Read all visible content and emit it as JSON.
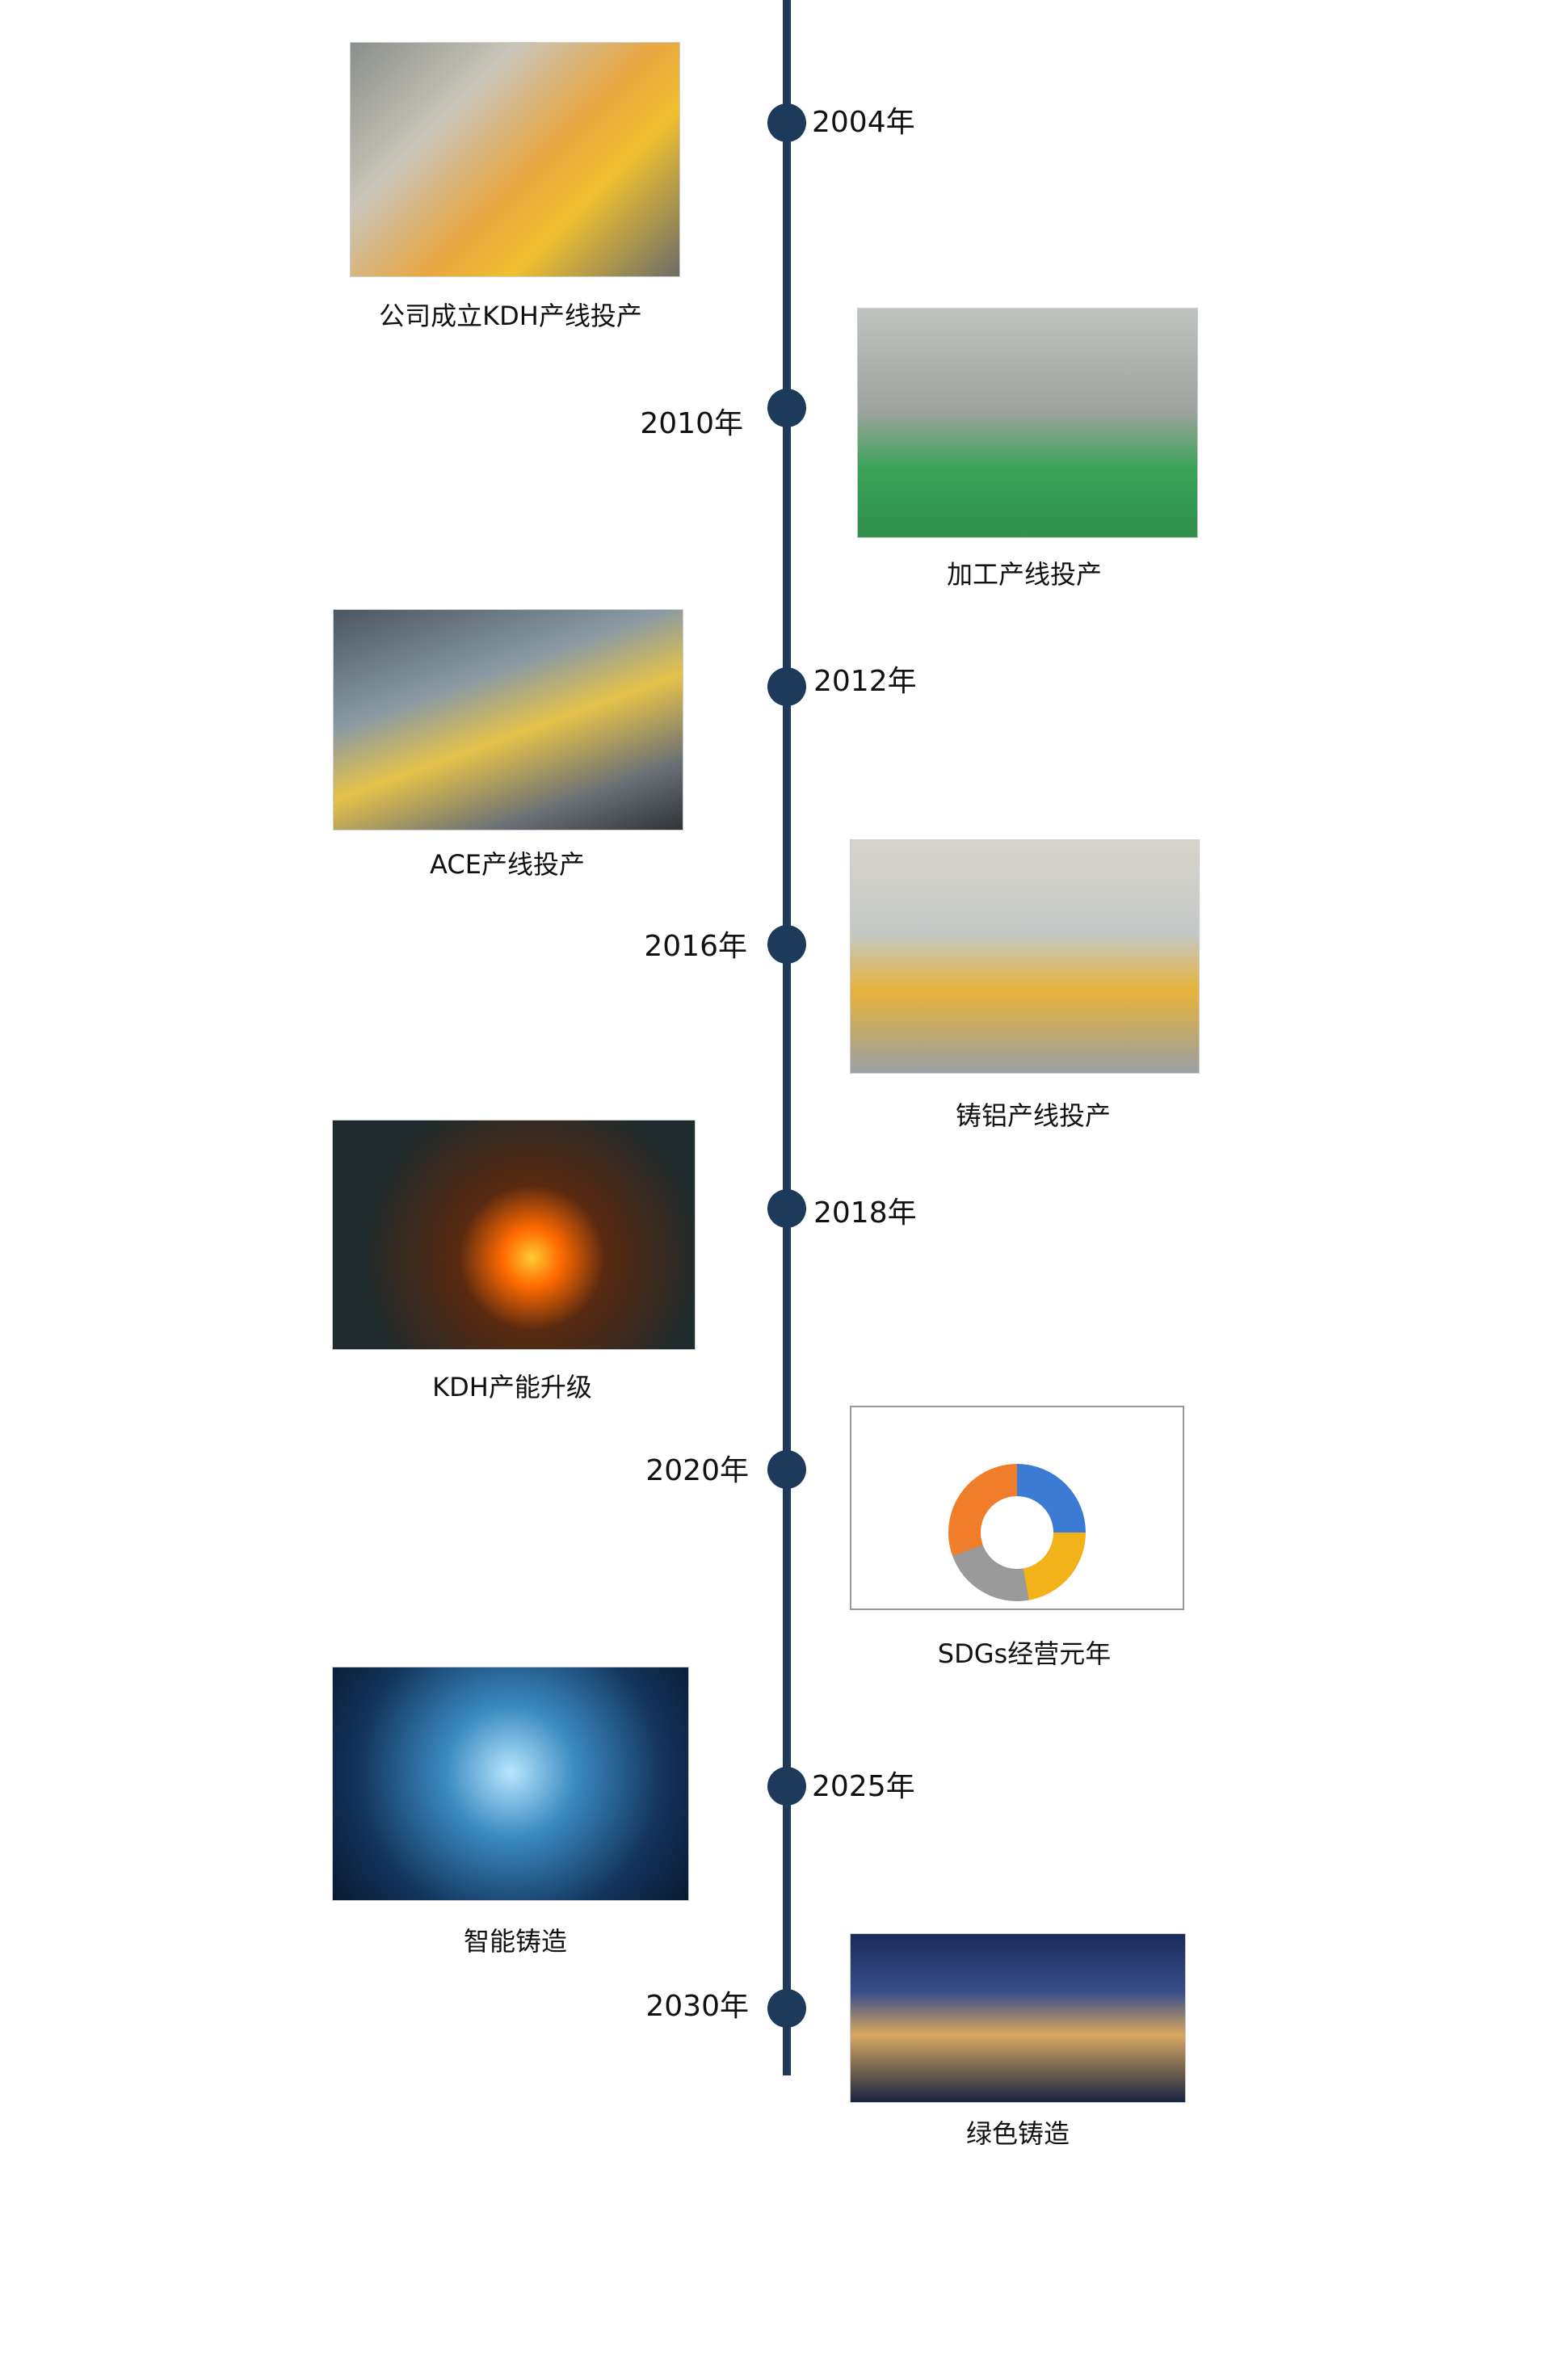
{
  "timeline": {
    "accent_color": "#1e3a5a",
    "events": [
      {
        "year": "2004年",
        "caption": "公司成立KDH产线投产"
      },
      {
        "year": "2010年",
        "caption": "加工产线投产"
      },
      {
        "year": "2012年",
        "caption": "ACE产线投产"
      },
      {
        "year": "2016年",
        "caption": "铸铝产线投产"
      },
      {
        "year": "2018年",
        "caption": "KDH产能升级"
      },
      {
        "year": "2020年",
        "caption": "SDGs经营元年"
      },
      {
        "year": "2025年",
        "caption": "智能铸造"
      },
      {
        "year": "2030年",
        "caption": "绿色铸造"
      }
    ]
  }
}
